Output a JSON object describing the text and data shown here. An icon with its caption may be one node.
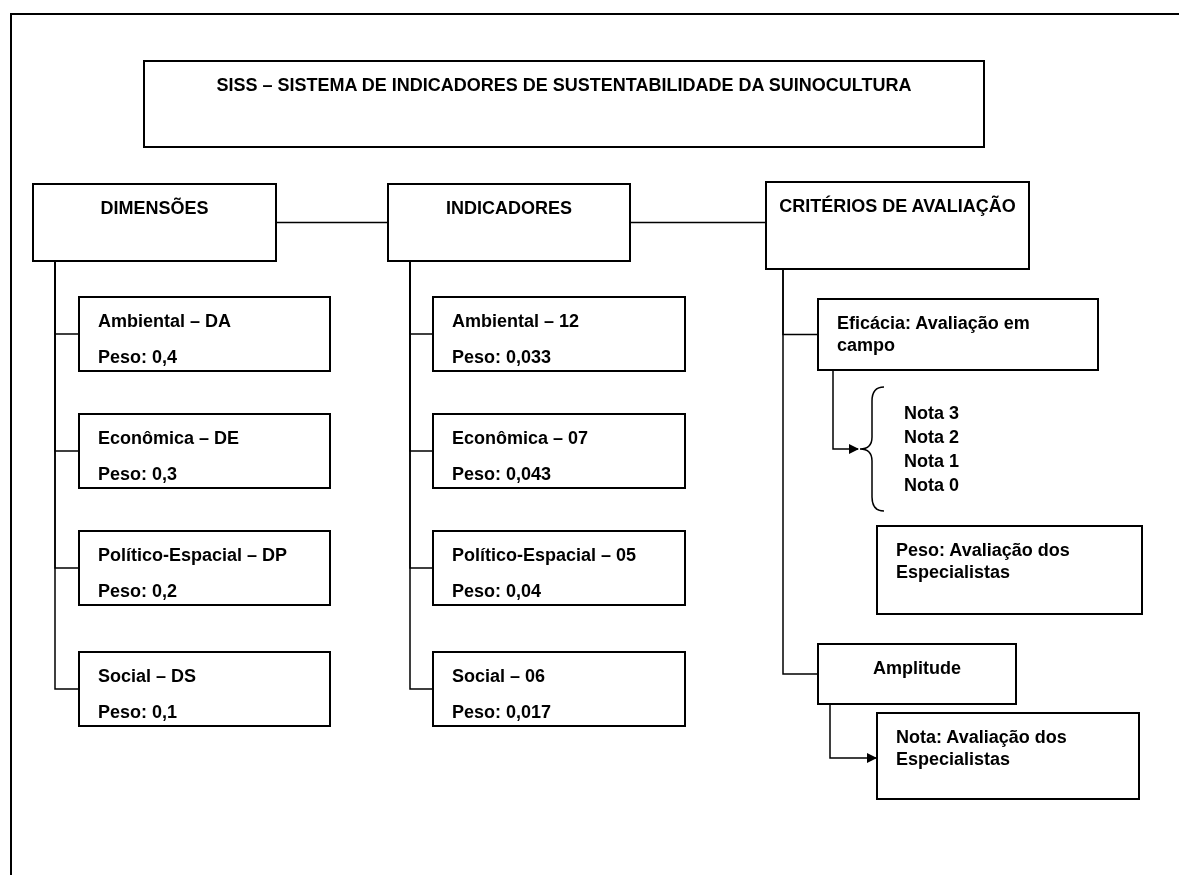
{
  "diagram": {
    "nodes": [
      {
        "text": [
          "SISS – SISTEMA DE INDICADORES DE SUSTENTABILIDADE DA SUINOCULTURA"
        ]
      },
      {
        "text": [
          "DIMENSÕES"
        ]
      },
      {
        "text": [
          "INDICADORES"
        ]
      },
      {
        "text": [
          "CRITÉRIOS DE AVALIAÇÃO"
        ]
      },
      {
        "text": [
          "Ambiental – DA",
          "Peso: 0,4"
        ]
      },
      {
        "text": [
          "Econômica – DE",
          "Peso: 0,3"
        ]
      },
      {
        "text": [
          "Político-Espacial – DP",
          "Peso: 0,2"
        ]
      },
      {
        "text": [
          "Social – DS",
          "Peso: 0,1"
        ]
      },
      {
        "text": [
          "Ambiental – 12",
          "Peso: 0,033"
        ]
      },
      {
        "text": [
          "Econômica – 07",
          "Peso: 0,043"
        ]
      },
      {
        "text": [
          "Político-Espacial – 05",
          "Peso: 0,04"
        ]
      },
      {
        "text": [
          "Social – 06",
          "Peso: 0,017"
        ]
      },
      {
        "text": [
          "Eficácia: Avaliação em campo"
        ]
      },
      {
        "text": [
          "Nota 3",
          "Nota 2",
          "Nota 1",
          "Nota 0"
        ]
      },
      {
        "text": [
          "Peso: Avaliação dos Especialistas"
        ]
      },
      {
        "text": [
          "Amplitude"
        ]
      },
      {
        "text": [
          "Nota: Avaliação dos Especialistas"
        ]
      }
    ],
    "edges": [
      {
        "from": 1,
        "to": 2,
        "arrow": "none"
      },
      {
        "from": 2,
        "to": 3,
        "arrow": "none"
      },
      {
        "from": 1,
        "to": 4,
        "arrow": "none"
      },
      {
        "from": 1,
        "to": 5,
        "arrow": "none"
      },
      {
        "from": 1,
        "to": 6,
        "arrow": "none"
      },
      {
        "from": 1,
        "to": 7,
        "arrow": "none"
      },
      {
        "from": 2,
        "to": 8,
        "arrow": "none"
      },
      {
        "from": 2,
        "to": 9,
        "arrow": "none"
      },
      {
        "from": 2,
        "to": 10,
        "arrow": "none"
      },
      {
        "from": 2,
        "to": 11,
        "arrow": "none"
      },
      {
        "from": 3,
        "to": 12,
        "arrow": "none"
      },
      {
        "from": 3,
        "to": 15,
        "arrow": "none"
      },
      {
        "from": 12,
        "to": 13,
        "arrow": "to"
      },
      {
        "from": 15,
        "to": 16,
        "arrow": "to"
      }
    ]
  }
}
